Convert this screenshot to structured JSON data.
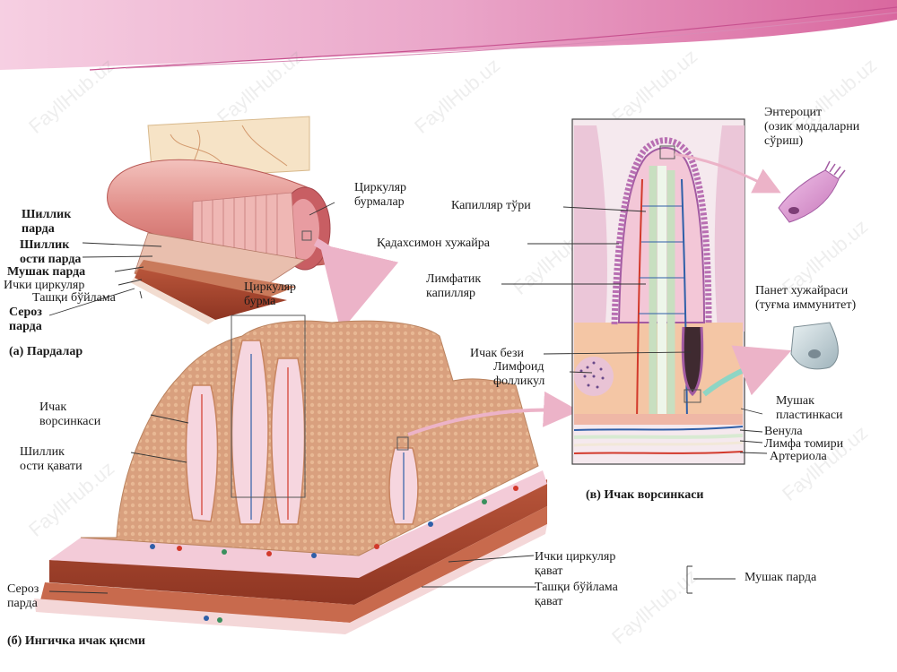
{
  "colors": {
    "banner_pink": "#e8a7c9",
    "banner_dark": "#c7518f",
    "tissue": "#d9a07e",
    "muscle": "#a4452c",
    "mucosa_pink": "#f2cbd4",
    "artery": "#d2392b",
    "vein": "#2f5fa8",
    "lymph": "#d8ead2"
  },
  "panel_a": {
    "caption": "(а) Пардалар",
    "circular_folds": "Циркуляр\nбурмалар",
    "mucosa": "Шиллик\nпарда",
    "submucosa": "Шиллик\nости парда",
    "muscular": "Мушак парда",
    "inner_circular": "Ички циркуляр",
    "outer_longitudinal": "Ташқи бўйлама",
    "serosa": "Сероз\nпарда"
  },
  "panel_b": {
    "caption": "(б) Ингичка ичак қисми",
    "circular_fold": "Циркуляр\nбурма",
    "villus": "Ичак\nворсинкаси",
    "submucosa_layer": "Шиллик\nости қавати",
    "inner_circular_layer": "Ички циркуляр\nқават",
    "outer_longitudinal_layer": "Ташқи бўйлама\nқават",
    "muscular_bracket": "Мушак парда",
    "serosa": "Сероз\nпарда"
  },
  "panel_c": {
    "caption": "(в) Ичак ворсинкаси",
    "capillary_network": "Капилляр тўри",
    "goblet_cell": "Қадахсимон хужайра",
    "lymph_capillary": "Лимфатик\nкапилляр",
    "intestinal_gland": "Ичак бези",
    "lymphoid_follicle": "Лимфоид\nфолликул",
    "muscularis_mucosae": "Мушак\nпластинкаси",
    "venule": "Венула",
    "lymph_vessel": "Лимфа томири",
    "arteriole": "Артериола",
    "enterocyte": "Энтероцит\n(озик моддаларни\nсўриш)",
    "paneth_cell": "Панет хужайраси\n(туғма иммунитет)"
  },
  "watermark": "FayllHub.uz"
}
